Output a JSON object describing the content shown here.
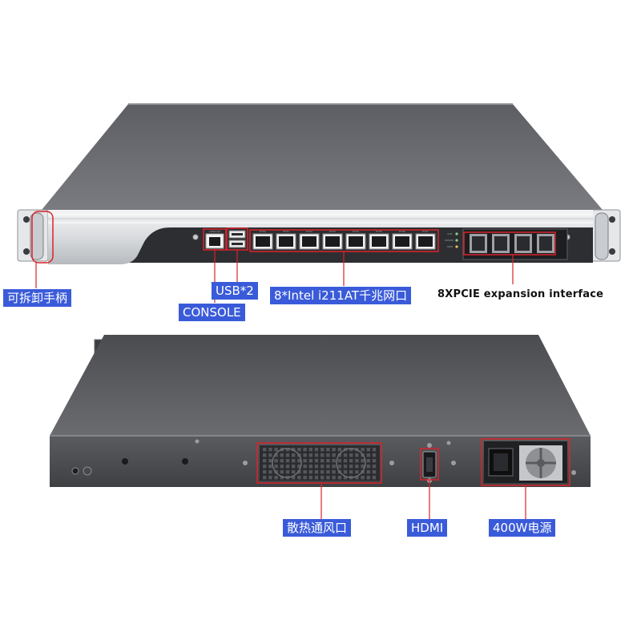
{
  "colors": {
    "label_bg": "#3a5bd9",
    "label_text": "#ffffff",
    "highlight": "#d9232a",
    "chassis": "#6e6f73",
    "panel": "#2f3033"
  },
  "front_view": {
    "labels": {
      "handle": "可拆卸手柄",
      "usb": "USB*2",
      "console": "CONSOLE",
      "lan": "8*Intel i211AT千兆网口",
      "expansion": "8XPCIE expansion interface"
    },
    "panel_text": {
      "console_port": "CONSOLE",
      "eth_ports": [
        "ETH0",
        "ETH1",
        "ETH2",
        "ETH3",
        "ETH4",
        "ETH5",
        "ETH6",
        "ETH7"
      ],
      "leds": [
        "ALM",
        "POWER",
        "PWR"
      ]
    }
  },
  "rear_view": {
    "labels": {
      "vent": "散热通风口",
      "hdmi": "HDMI",
      "psu": "400W电源"
    }
  }
}
